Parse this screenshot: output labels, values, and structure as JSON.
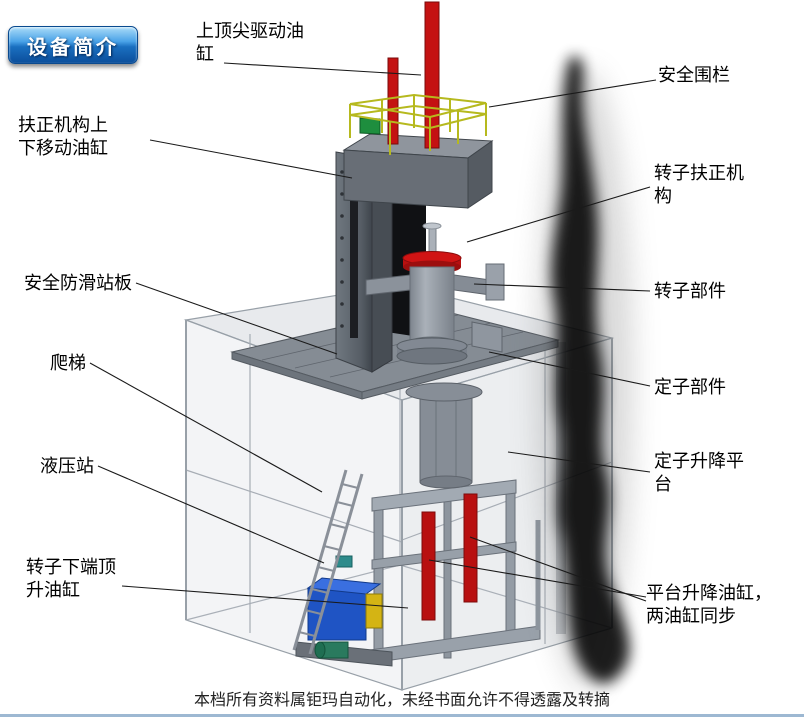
{
  "badge": {
    "text": "设备简介"
  },
  "labels": [
    {
      "id": "top-center-drive-cylinder",
      "text": "上顶尖驱动油缸"
    },
    {
      "id": "safety-fence",
      "text": "安全围栏"
    },
    {
      "id": "centering-mech-move-cylinder",
      "text": "扶正机构上下移动油缸"
    },
    {
      "id": "rotor-centering-mechanism",
      "text": "转子扶正机构"
    },
    {
      "id": "safety-antislip-platform",
      "text": "安全防滑站板"
    },
    {
      "id": "rotor-component",
      "text": "转子部件"
    },
    {
      "id": "ladder",
      "text": "爬梯"
    },
    {
      "id": "stator-component",
      "text": "定子部件"
    },
    {
      "id": "hydraulic-station",
      "text": "液压站"
    },
    {
      "id": "stator-lifting-platform",
      "text": "定子升降平台"
    },
    {
      "id": "rotor-bottom-jack-cylinder",
      "text": "转子下端顶升油缸"
    },
    {
      "id": "platform-lift-cylinders",
      "text": "平台升降油缸，两油缸同步"
    }
  ],
  "footer": {
    "text": "本档所有资料属钜玛自动化，未经书面允许不得透露及转摘"
  },
  "colors": {
    "badge_blue": "#1266b8",
    "cylinder_red": "#c41212",
    "railing_yellow": "#b6b91e",
    "hydraulic_blue": "#1f54c4",
    "machine_gray": "#868d96"
  }
}
